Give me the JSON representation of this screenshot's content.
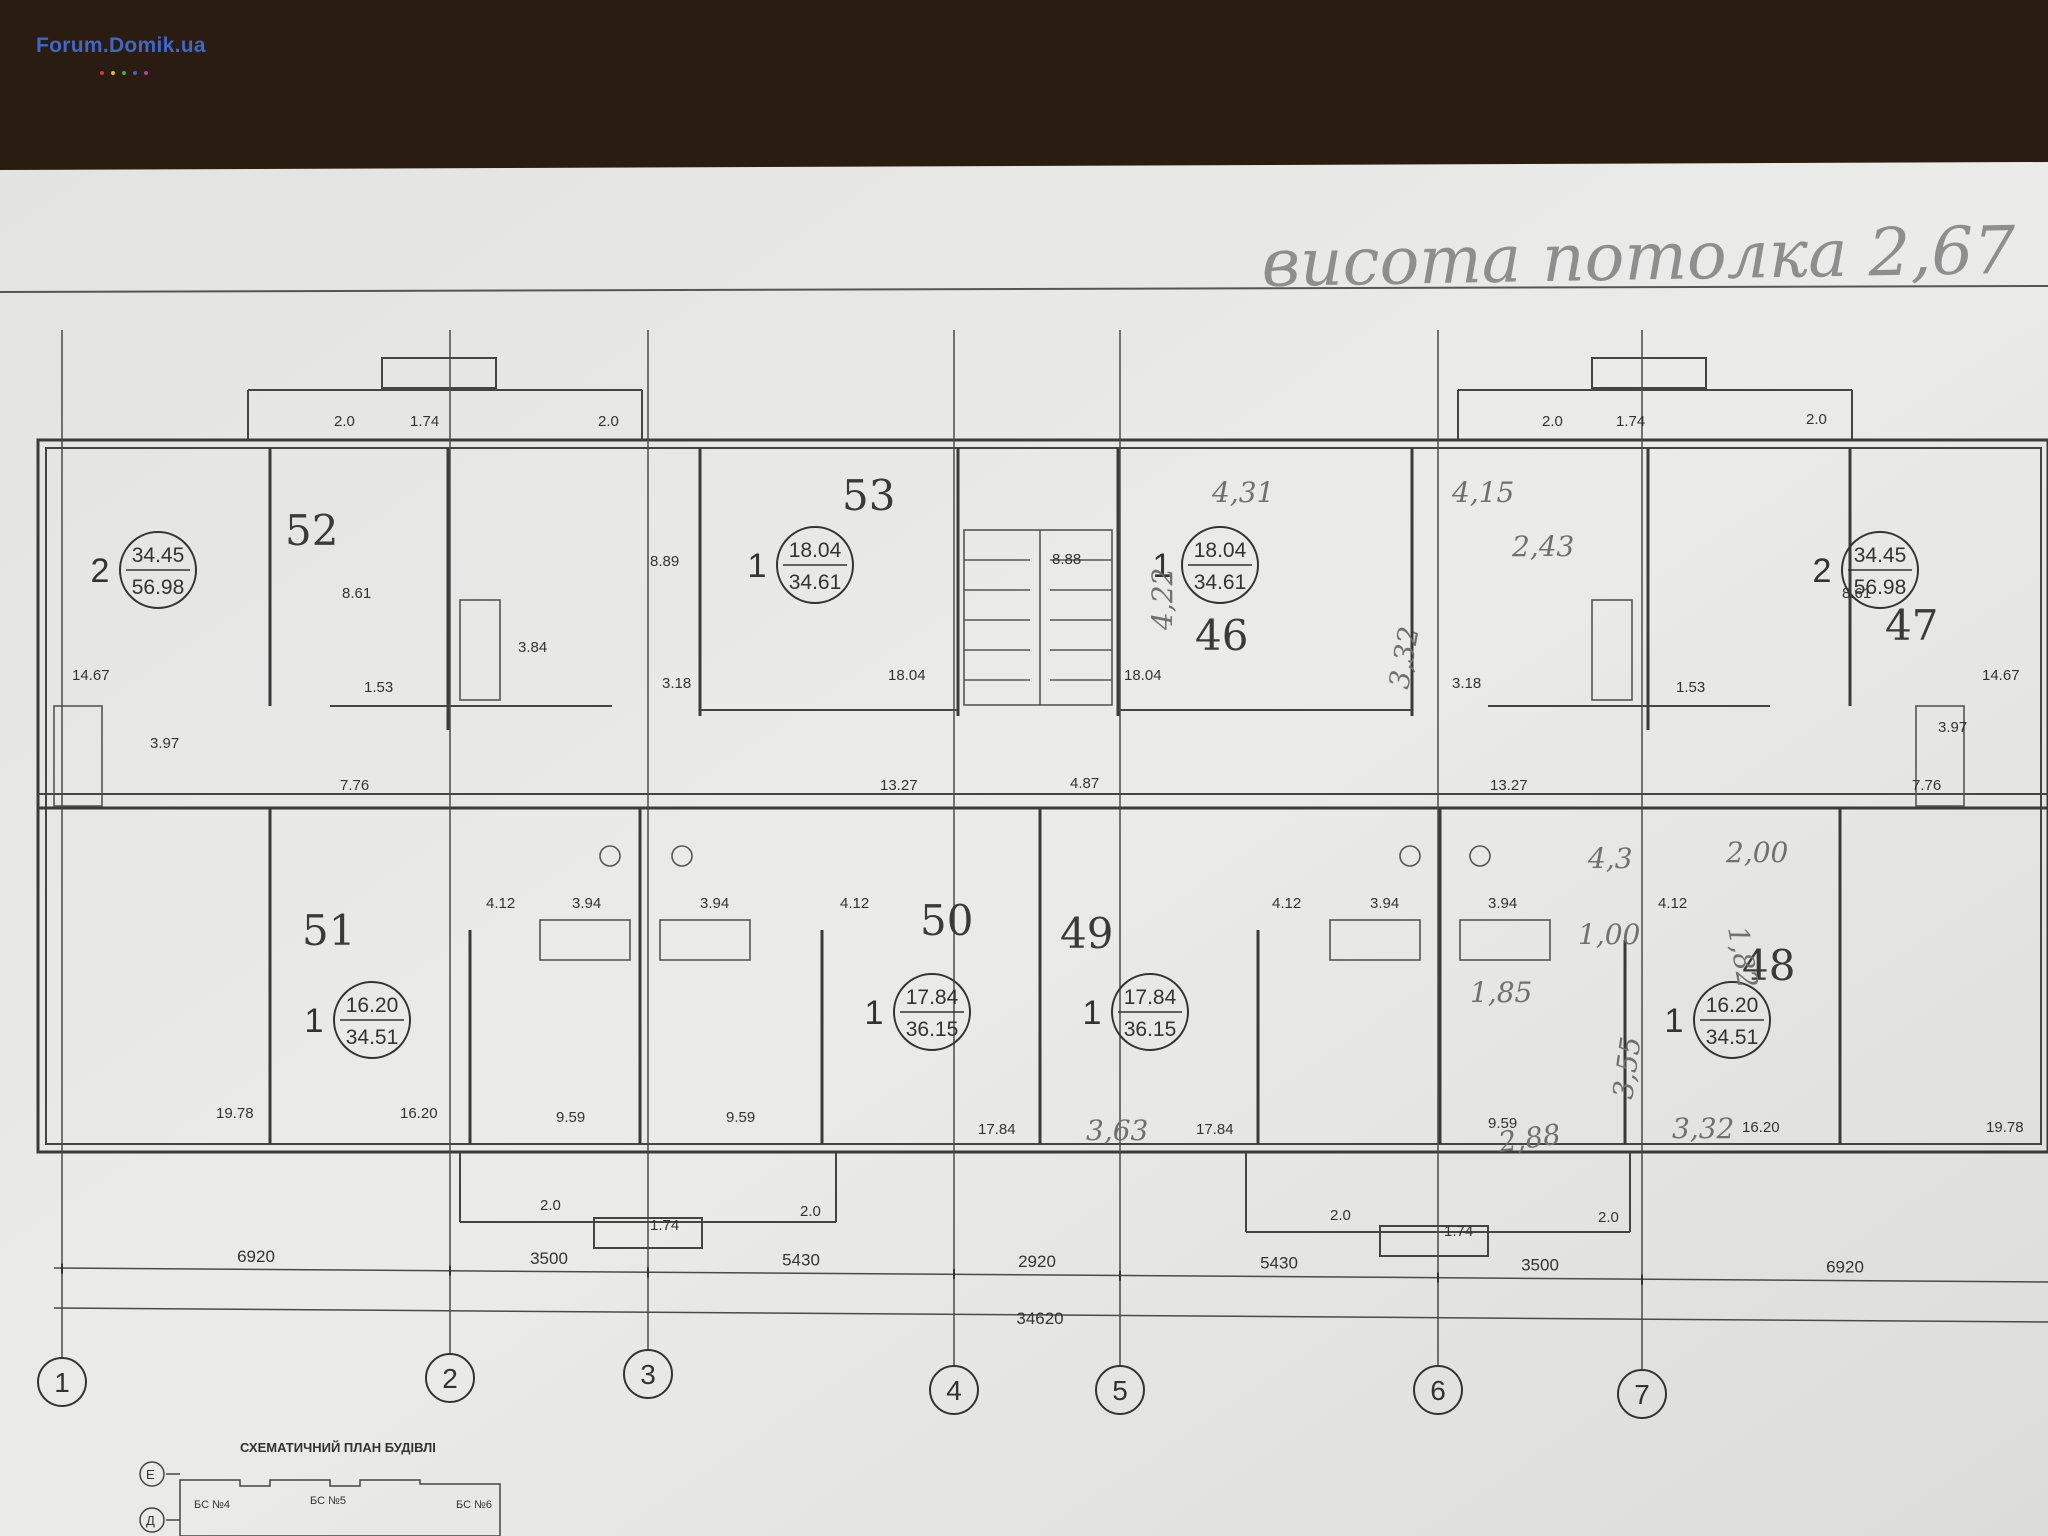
{
  "watermark": {
    "text": "Forum.Domik.ua",
    "dot_colors": [
      "#d23b3b",
      "#e8b81e",
      "#3bb04a",
      "#3f67c8",
      "#b33bb5"
    ]
  },
  "handwritten_title": "висота потолка 2,67",
  "schematic_title": "СХЕМАТИЧНИЙ ПЛАН БУДІВЛІ",
  "schematic_labels": [
    "БС №4",
    "БС №5",
    "БС №6"
  ],
  "schematic_rows": [
    "Е",
    "Д"
  ],
  "apartments": [
    {
      "number": "52",
      "rooms": "2",
      "living": "34.45",
      "total": "56.98"
    },
    {
      "number": "53",
      "rooms": "1",
      "living": "18.04",
      "total": "34.61"
    },
    {
      "number": "46",
      "rooms": "1",
      "living": "18.04",
      "total": "34.61"
    },
    {
      "number": "47",
      "rooms": "2",
      "living": "34.45",
      "total": "56.98"
    },
    {
      "number": "51",
      "rooms": "1",
      "living": "16.20",
      "total": "34.51"
    },
    {
      "number": "50",
      "rooms": "1",
      "living": "17.84",
      "total": "36.15"
    },
    {
      "number": "49",
      "rooms": "1",
      "living": "17.84",
      "total": "36.15"
    },
    {
      "number": "48",
      "rooms": "1",
      "living": "16.20",
      "total": "34.51"
    }
  ],
  "room_areas": [
    "14.67",
    "8.61",
    "3.97",
    "1.53",
    "3.84",
    "8.89",
    "3.18",
    "18.04",
    "18.04",
    "8.88",
    "3.18",
    "1.53",
    "8.61",
    "14.67",
    "3.97",
    "7.76",
    "13.27",
    "4.87",
    "13.27",
    "7.76",
    "4.12",
    "3.94",
    "3.94",
    "4.12",
    "4.12",
    "3.94",
    "3.94",
    "4.12",
    "19.78",
    "16.20",
    "9.59",
    "9.59",
    "17.84",
    "17.84",
    "9.59",
    "16.20",
    "19.78"
  ],
  "balcony_dims": [
    "2.0",
    "1.74",
    "2.0",
    "2.0",
    "1.74",
    "2.0",
    "2.0",
    "1.74",
    "2.0",
    "2.0",
    "1.74",
    "2.0"
  ],
  "handwritten_dims": [
    "4,31",
    "4,15",
    "2,43",
    "4,22",
    "3,32",
    "3,63",
    "1,85",
    "1,00",
    "2,00",
    "1,82",
    "2,88",
    "3,32",
    "4,3",
    "3,55"
  ],
  "axis_dims": [
    "6920",
    "3500",
    "5430",
    "2920",
    "5430",
    "3500",
    "6920"
  ],
  "total_dim": "34620",
  "axes": [
    "1",
    "2",
    "3",
    "4",
    "5",
    "6",
    "7"
  ]
}
